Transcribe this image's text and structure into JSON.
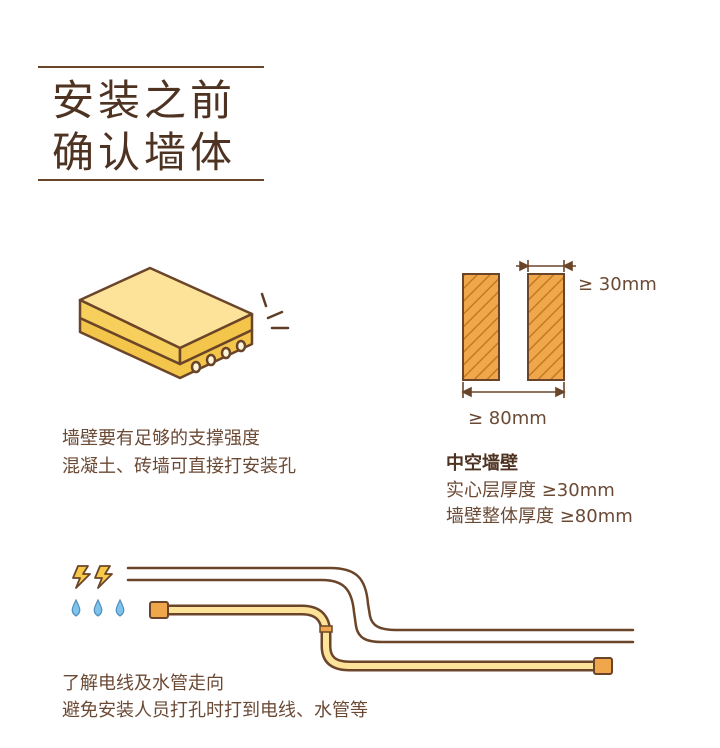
{
  "title": {
    "line1": "安装之前",
    "line2": "确认墙体"
  },
  "brick_caption": {
    "line1": "墙壁要有足够的支撑强度",
    "line2": "混凝土、砖墙可直接打安装孔"
  },
  "wall_diagram": {
    "layer_dim": "≥ 30mm",
    "total_dim": "≥ 80mm",
    "heading": "中空墙壁",
    "line1": "实心层厚度 ≥30mm",
    "line2": "墙壁整体厚度 ≥80mm"
  },
  "pipes_caption": {
    "line1": "了解电线及水管走向",
    "line2": "避免安装人员打孔时打到电线、水管等"
  },
  "icons": [
    "lightning-icon",
    "water-drop-icon"
  ],
  "colors": {
    "brown": "#5e3d27",
    "yellow": "#f7c948",
    "light_yellow": "#fde39a",
    "orange": "#d98f2b",
    "hatch": "#c47a22"
  }
}
